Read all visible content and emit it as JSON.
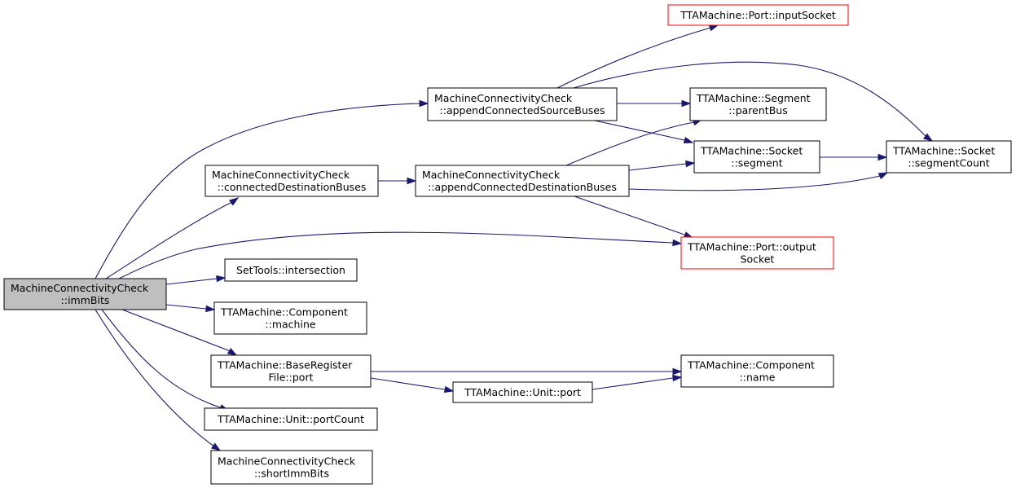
{
  "graph": {
    "nodes": {
      "root": [
        "MachineConnectivityCheck",
        "::immBits"
      ],
      "appendSrc": [
        "MachineConnectivityCheck",
        "::appendConnectedSourceBuses"
      ],
      "connDst": [
        "MachineConnectivityCheck",
        "::connectedDestinationBuses"
      ],
      "appendDst": [
        "MachineConnectivityCheck",
        "::appendConnectedDestinationBuses"
      ],
      "inputSocket": [
        "TTAMachine::Port::inputSocket"
      ],
      "parentBus": [
        "TTAMachine::Segment",
        "::parentBus"
      ],
      "segment": [
        "TTAMachine::Socket",
        "::segment"
      ],
      "segmentCount": [
        "TTAMachine::Socket",
        "::segmentCount"
      ],
      "outputSocket": [
        "TTAMachine::Port::output",
        "Socket"
      ],
      "intersection": [
        "SetTools::intersection"
      ],
      "machine": [
        "TTAMachine::Component",
        "::machine"
      ],
      "brfPort": [
        "TTAMachine::BaseRegister",
        "File::port"
      ],
      "unitPort": [
        "TTAMachine::Unit::port"
      ],
      "compName": [
        "TTAMachine::Component",
        "::name"
      ],
      "portCount": [
        "TTAMachine::Unit::portCount"
      ],
      "shortImmBits": [
        "MachineConnectivityCheck",
        "::shortImmBits"
      ]
    }
  }
}
